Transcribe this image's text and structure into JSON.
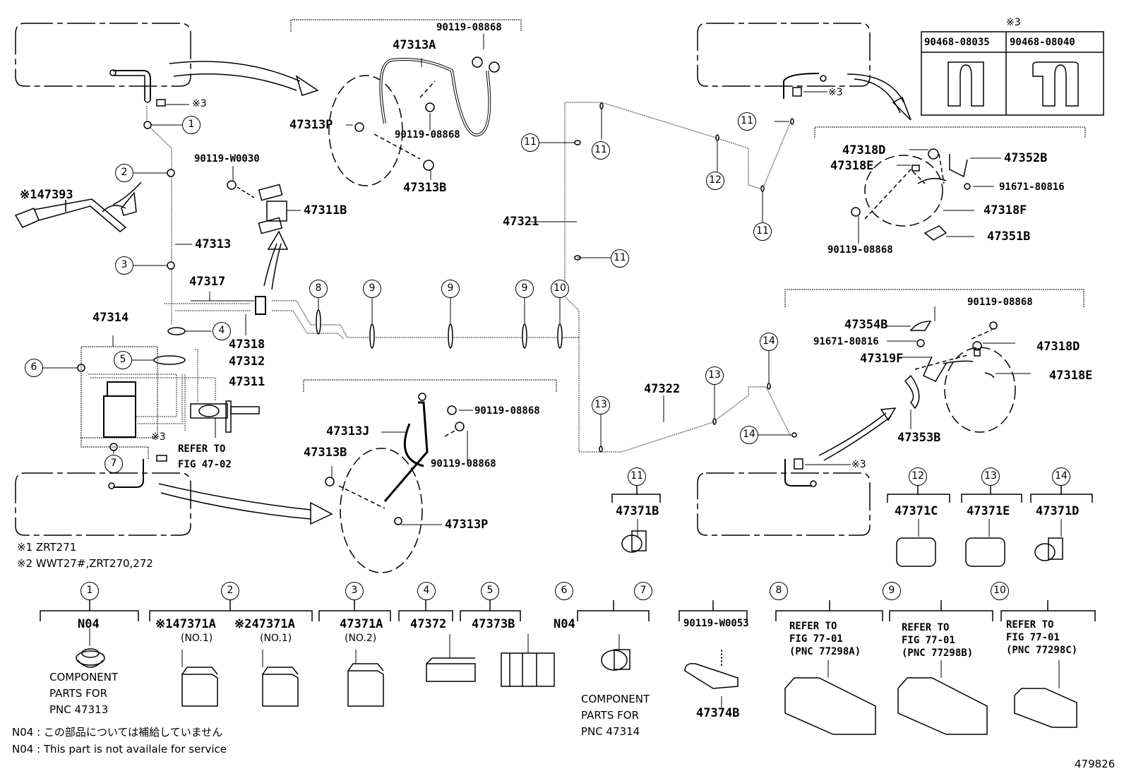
{
  "figure_id": "479826",
  "footnotes": {
    "note1": "※1 ZRT271",
    "note2": "※2 WWT27#,ZRT270,272",
    "n04_jp": "N04 : この部品については補給していません",
    "n04_en": "N04 :  This part is not availale for service"
  },
  "clip_table": {
    "title": "※3",
    "columns": [
      "90468-08035",
      "90468-08040"
    ]
  },
  "main_labels": {
    "p47393": "※147393",
    "p47313": "47313",
    "p47317": "47317",
    "p47314": "47314",
    "p47318": "47318",
    "p47312": "47312",
    "p47311": "47311",
    "p47311B": "47311B",
    "p90119W0030": "90119-W0030",
    "refer_fig_47_02_l1": "REFER TO",
    "refer_fig_47_02_l2": "FIG 47-02",
    "p47321": "47321",
    "p47322": "47322",
    "note3_a": "※3",
    "note3_b": "※3",
    "note3_c": "※3",
    "note3_d": "※3"
  },
  "detail_top_center": {
    "p90119_08868_a": "90119-08868",
    "p47313A": "47313A",
    "p47313P": "47313P",
    "p90119_08868_b": "90119-08868",
    "p47313B": "47313B"
  },
  "detail_bottom_center": {
    "p90119_08868_a": "90119-08868",
    "p47313J": "47313J",
    "p47313B": "47313B",
    "p90119_08868_b": "90119-08868",
    "p47313P": "47313P"
  },
  "detail_top_right": {
    "p47318D": "47318D",
    "p47318E": "47318E",
    "p47352B": "47352B",
    "p91671_80816": "91671-80816",
    "p47318F": "47318F",
    "p47351B": "47351B",
    "p90119_08868": "90119-08868"
  },
  "detail_mid_right": {
    "p90119_08868": "90119-08868",
    "p47354B": "47354B",
    "p91671_80816": "91671-80816",
    "p47318D": "47318D",
    "p47319F": "47319F",
    "p47318E": "47318E",
    "p47353B": "47353B"
  },
  "callouts_diagram": [
    "1",
    "2",
    "3",
    "4",
    "5",
    "6",
    "7",
    "8",
    "9",
    "9",
    "9",
    "10",
    "11",
    "11",
    "11",
    "11",
    "11",
    "11",
    "12",
    "13",
    "13",
    "14",
    "14"
  ],
  "clamp_legend_upper": [
    {
      "ref": "11",
      "part": "47371B"
    },
    {
      "ref": "12",
      "part": "47371C"
    },
    {
      "ref": "13",
      "part": "47371E"
    },
    {
      "ref": "14",
      "part": "47371D"
    }
  ],
  "clamp_legend_lower": [
    {
      "ref": "1",
      "part": "N04",
      "sub": "",
      "desc": "COMPONENT\nPARTS FOR\nPNC 47313"
    },
    {
      "ref": "2",
      "part": "※147371A",
      "part2": "※247371A",
      "sub": "(NO.1)",
      "sub2": "(NO.1)"
    },
    {
      "ref": "3",
      "part": "47371A",
      "sub": "(NO.2)"
    },
    {
      "ref": "4",
      "part": "47372"
    },
    {
      "ref": "5",
      "part": "47373B"
    },
    {
      "ref": "6",
      "part": "N04",
      "desc": "COMPONENT\nPARTS FOR\nPNC 47314"
    },
    {
      "ref": "7",
      "part": "90119-W0053",
      "part2": "47374B"
    },
    {
      "ref": "8",
      "refer": "REFER TO\nFIG 77-01\n(PNC 77298A)"
    },
    {
      "ref": "9",
      "refer": "REFER TO\nFIG 77-01\n(PNC 77298B)"
    },
    {
      "ref": "10",
      "refer": "REFER TO\nFIG 77-01\n(PNC 77298C)"
    }
  ]
}
